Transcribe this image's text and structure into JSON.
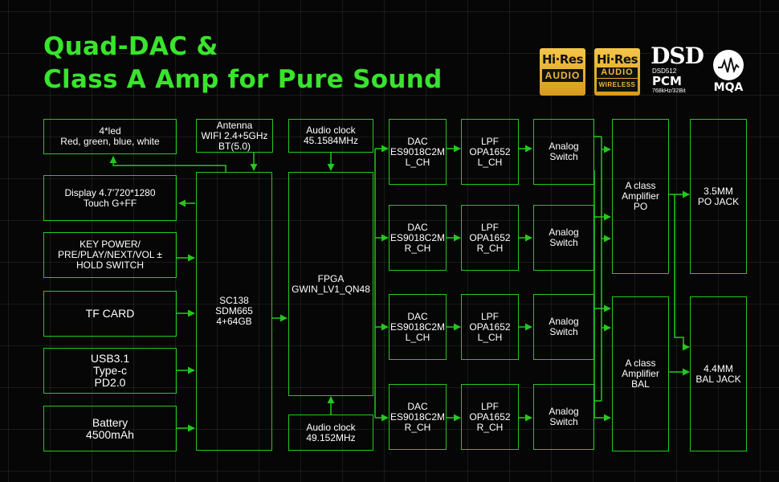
{
  "headline": {
    "line1": "Quad-DAC &",
    "line2": "Class A Amp for Pure Sound"
  },
  "logos": {
    "hires_audio": {
      "top": "Hi·Res",
      "bottom": "AUDIO"
    },
    "hires_wireless": {
      "top": "Hi·Res",
      "middle": "AUDIO",
      "bottom": "WIRELESS"
    },
    "dsd": {
      "title": "DSD",
      "sub": "DSD512",
      "pcm": "PCM",
      "rate": "768kHz/32Bit"
    },
    "mqa": "MQA"
  },
  "blocks": {
    "led": "4*led\nRed, green, blue, white",
    "antenna": "Antenna\nWIFI 2.4+5GHz\nBT(5.0)",
    "clock_top": "Audio clock\n45.1584MHz",
    "display": "Display 4.7'720*1280\nTouch G+FF",
    "keys": "KEY        POWER/\nPRE/PLAY/NEXT/VOL ±\nHOLD SWITCH",
    "tf_card": "TF CARD",
    "usb": "USB3.1\nType-c\nPD2.0",
    "battery": "Battery\n4500mAh",
    "soc": "SC138\nSDM665\n4+64GB",
    "fpga": "FPGA\nGWIN_LV1_QN48",
    "clock_bottom": "Audio clock\n49.152MHz",
    "dac": [
      "DAC\nES9018C2M\nL_CH",
      "DAC\nES9018C2M\nR_CH",
      "DAC\nES9018C2M\nL_CH",
      "DAC\nES9018C2M\nR_CH"
    ],
    "lpf": [
      "LPF\nOPA1652\nL_CH",
      "LPF\nOPA1652\nR_CH",
      "LPF\nOPA1652\nL_CH",
      "LPF\nOPA1652\nR_CH"
    ],
    "switch": [
      "Analog\nSwitch",
      "Analog\nSwitch",
      "Analog\nSwitch",
      "Analog\nSwitch"
    ],
    "amp_po": "A class\nAmplifier\nPO",
    "amp_bal": "A class\nAmplifier\nBAL",
    "jack_po": "3.5MM\nPO JACK",
    "jack_bal": "4.4MM\nBAL JACK"
  },
  "colors": {
    "accent": "#39e42d",
    "wire": "#25c81f",
    "background": "#050605"
  }
}
